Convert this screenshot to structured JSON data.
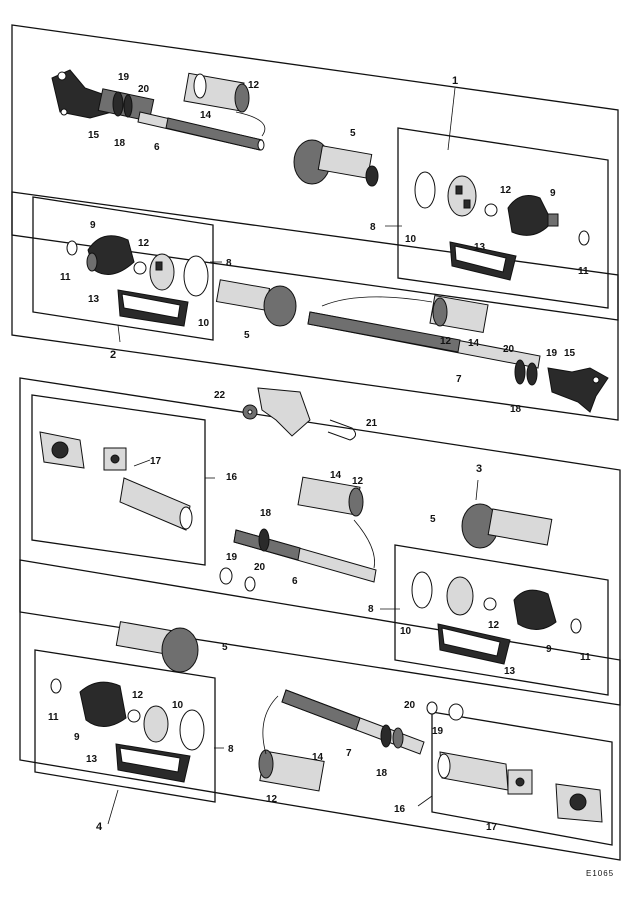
{
  "drawing_ref": "E1065",
  "callouts": {
    "c1": "1",
    "c2": "2",
    "c3": "3",
    "c4": "4",
    "c5": "5",
    "c6": "6",
    "c7": "7",
    "c8": "8",
    "c9": "9",
    "c10": "10",
    "c11": "11",
    "c12": "12",
    "c13": "13",
    "c14": "14",
    "c15": "15",
    "c16": "16",
    "c17": "17",
    "c18": "18",
    "c19": "19",
    "c20": "20",
    "c21": "21",
    "c22": "22"
  }
}
